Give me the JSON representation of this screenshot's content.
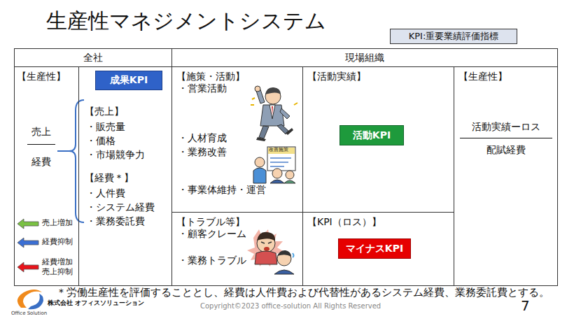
{
  "diagram": {
    "title": "生産性マネジメントシステム",
    "nodes": [
      {
        "text": [
          "KPI:重要業績評価指標"
        ]
      },
      {
        "text": [
          "全社"
        ]
      },
      {
        "text": [
          "現場組織"
        ]
      },
      {
        "text": [
          "【生産性】",
          "売上",
          "経費"
        ]
      },
      {
        "text": [
          "【売上】",
          "・販売量",
          "・価格",
          "・市場競争力",
          "【経費＊】",
          "・人件費",
          "・システム経費",
          "・業務委託費"
        ]
      },
      {
        "text": [
          "成果KPI"
        ],
        "in": 4
      },
      {
        "text": [
          "【施策・活動】",
          "・営業活動",
          "・人材育成",
          "・業務改善",
          "・事業体維持・運営"
        ]
      },
      {
        "text": [
          "【活動実績】"
        ]
      },
      {
        "text": [
          "活動KPI"
        ],
        "in": 7
      },
      {
        "text": [
          "【生産性】",
          "活動実績ーロス",
          "配賦経費"
        ]
      },
      {
        "text": [
          "【トラブル等】",
          "・顧客クレーム",
          "・業務トラブル"
        ]
      },
      {
        "text": [
          "【KPI（ロス）】"
        ]
      },
      {
        "text": [
          "マイナスKPI"
        ],
        "in": 11
      }
    ],
    "labels": [
      "改善施策",
      "＊労働生産性を評価することとし、経費は人件費および代替性があるシステム経費、業務委託費とする。",
      "株式会社 オフィスソリューション",
      "Office Solution",
      "Copyright©2023 office-solution All Rights Reserved",
      "7"
    ],
    "legend": [
      {
        "text": "売上増加",
        "color": "#7ac143"
      },
      {
        "text": "経費抑制",
        "color": "#3b6fd4"
      },
      {
        "text": "経費増加 売上抑制",
        "color": "#e8141b"
      }
    ]
  }
}
